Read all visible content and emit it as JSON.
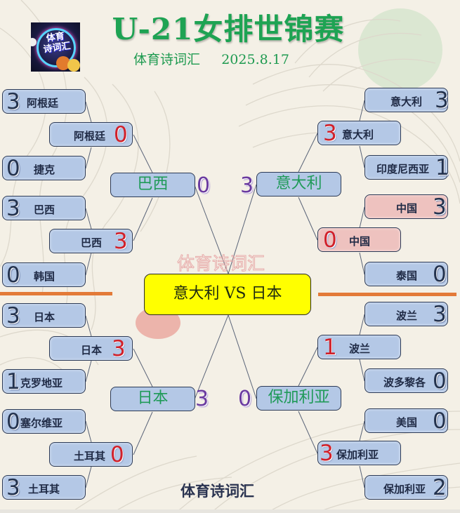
{
  "header": {
    "title": "U-21女排世锦赛",
    "subtitle_source": "体育诗词汇",
    "subtitle_date": "2025.8.17",
    "logo": {
      "icon": "sports-logo-icon",
      "text_line1": "体育",
      "text_line2": "诗词汇"
    }
  },
  "watermark": "体育诗词汇",
  "footer": "体育诗词汇",
  "colors": {
    "title_green": "#1ea353",
    "box_blue": "#b4c8e6",
    "box_pink": "#eec2bf",
    "winner_score_red": "#d0202a",
    "semi_score_purple": "#6a3aa0",
    "final_yellow": "#ffff00",
    "divider_orange": "#e37a38"
  },
  "bracket": {
    "left": {
      "round1": [
        {
          "team": "阿根廷",
          "score": "3"
        },
        {
          "team": "捷克",
          "score": "0"
        },
        {
          "team": "巴西",
          "score": "3"
        },
        {
          "team": "韩国",
          "score": "0"
        },
        {
          "team": "日本",
          "score": "3"
        },
        {
          "team": "克罗地亚",
          "score": "1"
        },
        {
          "team": "塞尔维亚",
          "score": "0"
        },
        {
          "team": "土耳其",
          "score": "3"
        }
      ],
      "quarterfinals": [
        {
          "team": "阿根廷",
          "score": "0"
        },
        {
          "team": "巴西",
          "score": "3"
        },
        {
          "team": "日本",
          "score": "3"
        },
        {
          "team": "土耳其",
          "score": "0"
        }
      ],
      "semifinals": [
        {
          "team": "巴西",
          "score": "0"
        },
        {
          "team": "日本",
          "score": "3"
        }
      ]
    },
    "right": {
      "round1": [
        {
          "team": "意大利",
          "score": "3"
        },
        {
          "team": "印度尼西亚",
          "score": "1"
        },
        {
          "team": "中国",
          "score": "3"
        },
        {
          "team": "泰国",
          "score": "0"
        },
        {
          "team": "波兰",
          "score": "3"
        },
        {
          "team": "波多黎各",
          "score": "0"
        },
        {
          "team": "美国",
          "score": "0"
        },
        {
          "team": "保加利亚",
          "score": "2"
        }
      ],
      "quarterfinals": [
        {
          "team": "意大利",
          "score": "3"
        },
        {
          "team": "中国",
          "score": "0"
        },
        {
          "team": "波兰",
          "score": "1"
        },
        {
          "team": "保加利亚",
          "score": "3"
        }
      ],
      "semifinals": [
        {
          "team": "意大利",
          "score": "3"
        },
        {
          "team": "保加利亚",
          "score": "0"
        }
      ]
    },
    "final": {
      "label": "意大利 VS 日本"
    }
  }
}
